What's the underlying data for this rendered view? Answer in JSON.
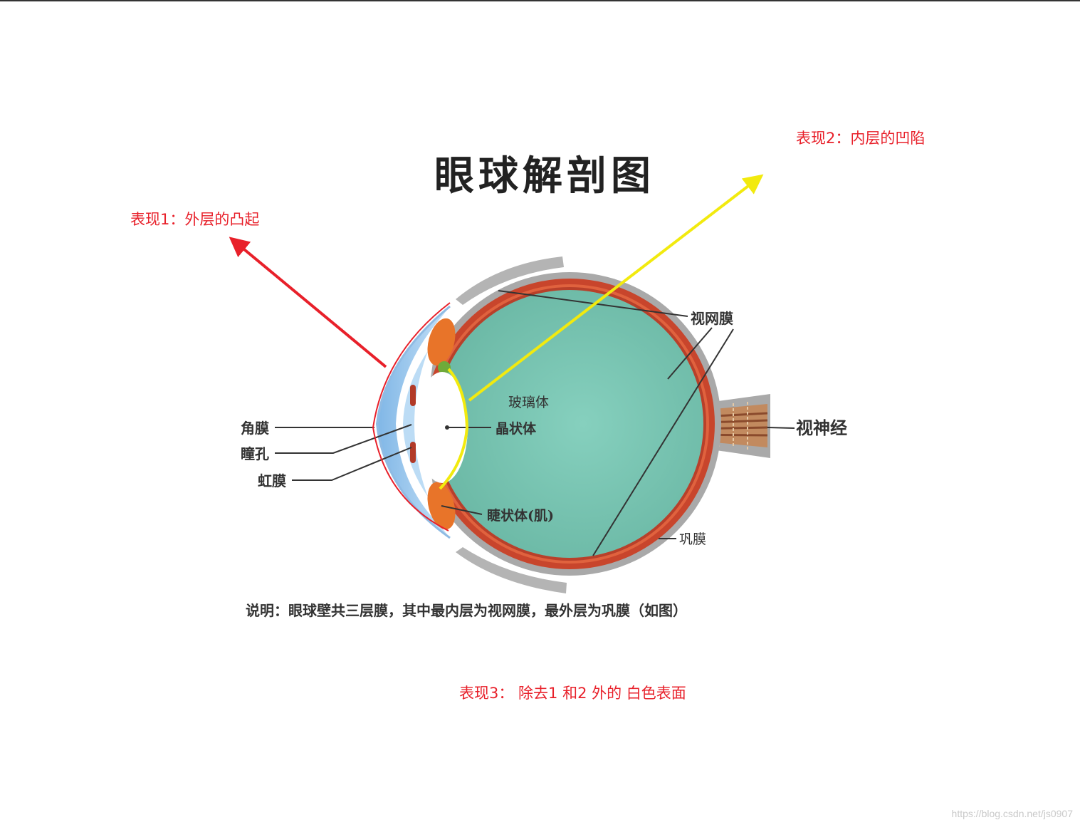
{
  "diagram": {
    "title": "眼球解剖图",
    "caption": "说明：眼球壁共三层膜，其中最内层为视网膜，最外层为巩膜（如图）",
    "labels": {
      "cornea": "角膜",
      "pupil": "瞳孔",
      "iris": "虹膜",
      "vitreous": "玻璃体",
      "lens": "晶状体",
      "ciliary": "睫状体(肌)",
      "retina": "视网膜",
      "optic_nerve": "视神经",
      "sclera": "巩膜"
    }
  },
  "annotations": {
    "note1": "表现1：外层的凸起",
    "note2": "表现2：内层的凹陷",
    "note3": "表现3： 除去1 和2 外的 白色表面"
  },
  "watermark": "https://blog.csdn.net/js0907",
  "colors": {
    "annotation_red": "#e8202a",
    "annotation_yellow": "#f2ea0e",
    "vitreous": "#7fc7b5",
    "retina_band": "#c8452c",
    "sclera": "#a9a9a9",
    "cornea": "#9cc8ef"
  }
}
